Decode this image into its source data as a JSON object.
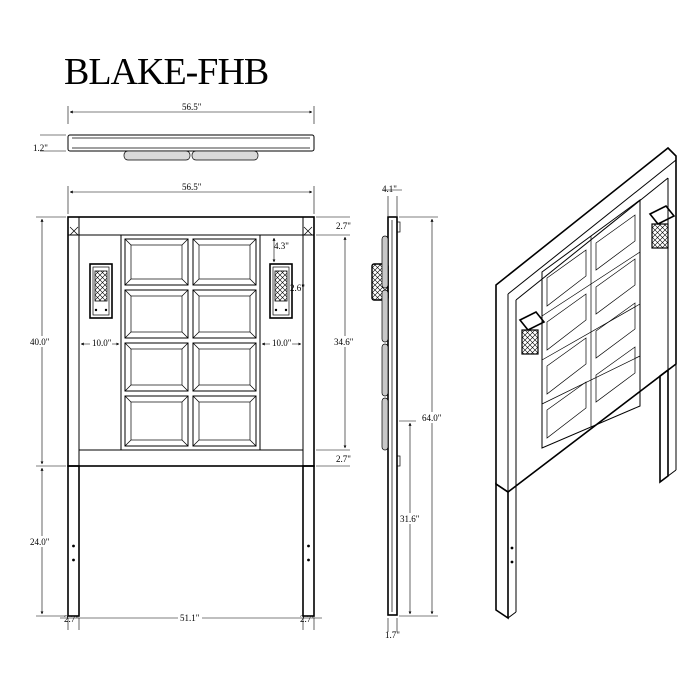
{
  "title": "BLAKE-FHB",
  "top_view": {
    "width": "56.5\"",
    "depth": "1.2\""
  },
  "front_view": {
    "overall_width": "56.5\"",
    "panel_height": "40.0\"",
    "leg_height": "24.0\"",
    "top_rail": "2.7\"",
    "center_panel_height": "34.6\"",
    "bottom_rail": "2.7\"",
    "lamp_offset_top": "4.3\"",
    "lamp_width": "2.6\"",
    "left_lamp_gap": "10.0\"",
    "right_lamp_gap": "10.0\"",
    "left_post": "2.7\"",
    "inner_width": "51.1\"",
    "right_post": "2.7\""
  },
  "side_view": {
    "depth": "4.1\"",
    "total_height": "64.0\"",
    "floor_to_panel": "31.6\"",
    "leg_depth": "1.7\""
  }
}
